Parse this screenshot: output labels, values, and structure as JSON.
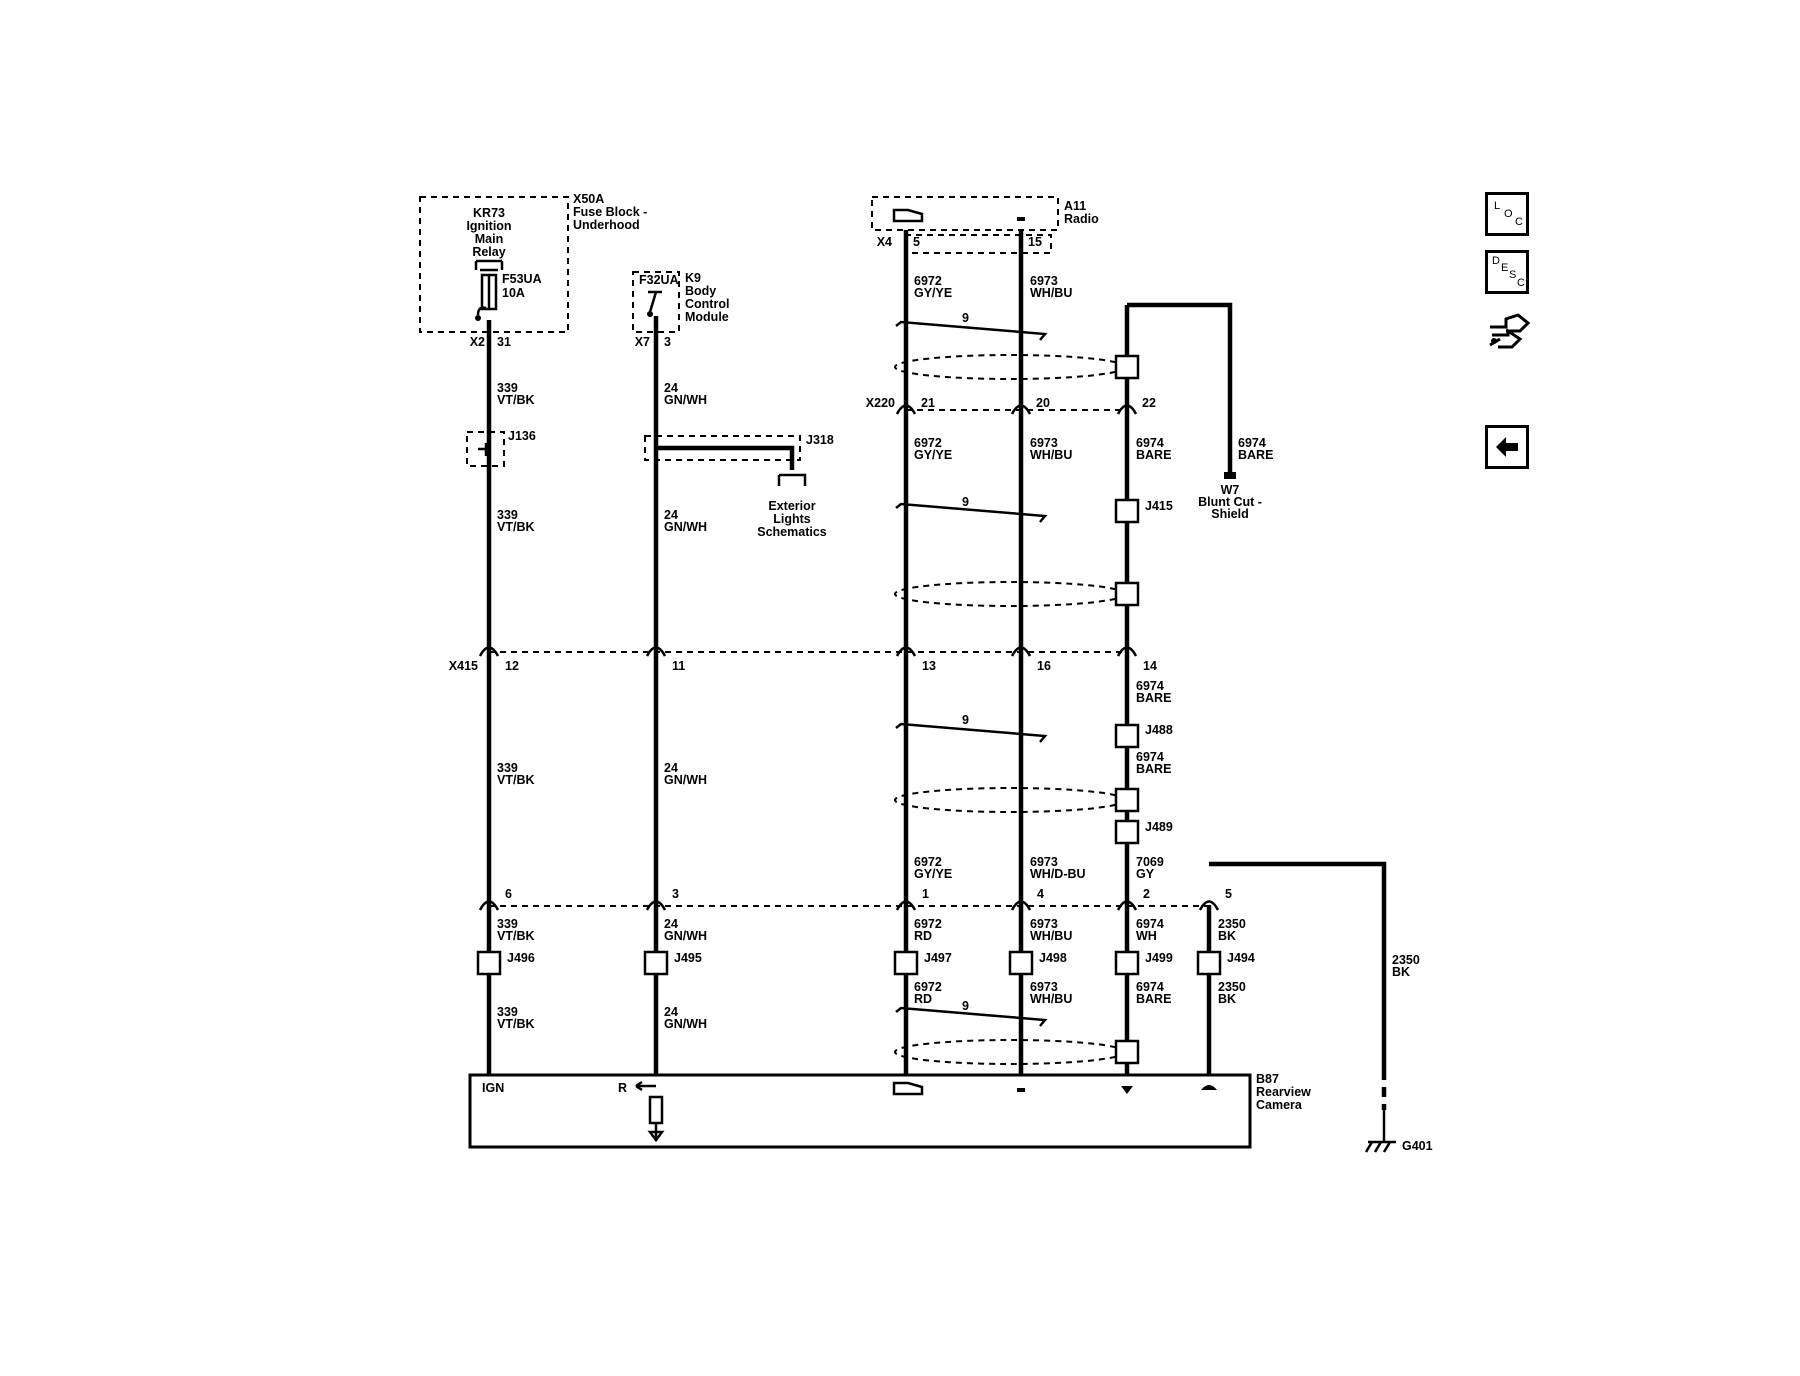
{
  "components": {
    "fuse_block": {
      "id": "X50A",
      "line1": "Fuse Block -",
      "line2": "Underhood"
    },
    "relay": {
      "id": "KR73",
      "line1": "Ignition",
      "line2": "Main",
      "line3": "Relay"
    },
    "fuse": {
      "id": "F53UA",
      "rating": "10A"
    },
    "bcm": {
      "fuse": "F32UA",
      "id": "K9",
      "line1": "Body",
      "line2": "Control",
      "line3": "Module"
    },
    "radio": {
      "id": "A11",
      "name": "Radio"
    },
    "camera": {
      "id": "B87",
      "line1": "Rearview",
      "line2": "Camera",
      "pin_ign": "IGN",
      "pin_r": "R"
    },
    "ground": {
      "id": "G401"
    },
    "shield": {
      "id": "W7",
      "line1": "Blunt Cut -",
      "line2": "Shield"
    },
    "exterior_ref": {
      "line1": "Exterior",
      "line2": "Lights",
      "line3": "Schematics"
    }
  },
  "connectors": {
    "x2": {
      "id": "X2",
      "pin": "31"
    },
    "x7": {
      "id": "X7",
      "pin": "3"
    },
    "x4": {
      "id": "X4",
      "pins": [
        "5",
        "15"
      ]
    },
    "x220": {
      "id": "X220",
      "pins": [
        "21",
        "20",
        "22"
      ]
    },
    "x415": {
      "id": "X415",
      "pins": [
        "12",
        "11",
        "13",
        "16",
        "14"
      ]
    },
    "bottom": {
      "pins": [
        "6",
        "3",
        "1",
        "4",
        "2",
        "5"
      ]
    }
  },
  "splices": [
    "J136",
    "J318",
    "J415",
    "J488",
    "J489",
    "J496",
    "J495",
    "J497",
    "J498",
    "J499",
    "J494"
  ],
  "twist_label": "9",
  "wires": {
    "w339": {
      "circuit": "339",
      "color": "VT/BK"
    },
    "w24": {
      "circuit": "24",
      "color": "GN/WH"
    },
    "w6972": {
      "circuit": "6972",
      "color": "GY/YE"
    },
    "w6972rd": {
      "circuit": "6972",
      "color": "RD"
    },
    "w6973": {
      "circuit": "6973",
      "color": "WH/BU"
    },
    "w6973dbu": {
      "circuit": "6973",
      "color": "WH/D-BU"
    },
    "w6974": {
      "circuit": "6974",
      "color": "BARE"
    },
    "w6974wh": {
      "circuit": "6974",
      "color": "WH"
    },
    "w7069": {
      "circuit": "7069",
      "color": "GY"
    },
    "w2350": {
      "circuit": "2350",
      "color": "BK"
    }
  },
  "nav": {
    "loc": [
      "L",
      "O",
      "C"
    ],
    "desc": [
      "D",
      "E",
      "S",
      "C"
    ],
    "icons": {
      "loc": "loc-icon",
      "desc": "desc-icon",
      "connector": "connector-icon",
      "back": "back-arrow-icon"
    }
  }
}
